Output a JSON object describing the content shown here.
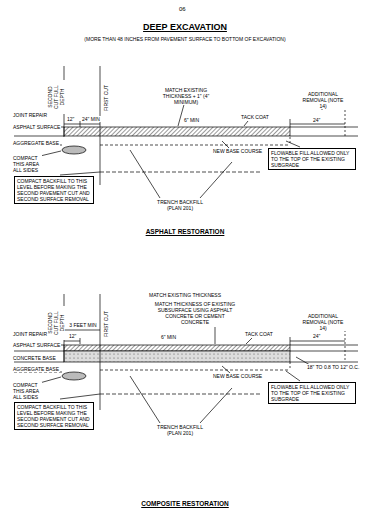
{
  "diagram": {
    "title": "DEEP EXCAVATION",
    "nodes": [
      {
        "text": [
          "COMPACT BACKFILL TO THIS LEVEL BEFORE MAKING THE SECOND PAVEMENT CUT AND SECOND SURFACE REMOVAL"
        ]
      },
      {
        "text": [
          "FLOWABLE FILL ALLOWED ONLY TO THE TOP OF THE EXISTING SUBGRADE"
        ]
      },
      {
        "text": [
          "COMPACT BACKFILL TO THIS LEVEL BEFORE MAKING THE SECOND PAVEMENT CUT AND SECOND SURFACE REMOVAL"
        ]
      },
      {
        "text": [
          "FLOWABLE FILL ALLOWED ONLY TO THE TOP OF THE EXISTING SUBGRADE"
        ]
      }
    ],
    "labels": [
      "06",
      "(MORE THAN 48 INCHES FROM PAVEMENT SURFACE TO BOTTOM OF EXCAVATION)",
      "SECOND CUT FULL DEPTH",
      "FIRST CUT",
      "12\"",
      "24\" MIN",
      "MATCH EXISTING THICKNESS + 1\" (4\" MINIMUM)",
      "ADDITIONAL REMOVAL (NOTE 14)",
      "24\"",
      "JOINT REPAIR",
      "ASPHALT SURFACE",
      "AGGREGATE BASE",
      "6\" MIN",
      "TACK COAT",
      "COMPACT THIS AREA ALL SIDES",
      "NEW BASE COURSE",
      "TRENCH BACKFILL (PLAN 201)",
      "ASPHALT RESTORATION",
      "SECOND CUT FULL DEPTH",
      "FIRST CUT",
      "3 FEET MIN",
      "12\"",
      "MATCH EXISTING THICKNESS",
      "MATCH THICKNESS OF EXISTING SUBSURFACE USING ASPHALT CONCRETE OR CEMENT CONCRETE",
      "6\" MIN",
      "TACK COAT",
      "ADDITIONAL REMOVAL (NOTE 14)",
      "24\"",
      "18\" TO 0.8 TO 12\" O.C.",
      "JOINT REPAIR",
      "ASPHALT SURFACE",
      "CONCRETE BASE",
      "AGGREGATE BASE",
      "COMPACT THIS AREA ALL SIDES",
      "NEW BASE COURSE",
      "TRENCH BACKFILL (PLAN 201)",
      "COMPOSITE RESTORATION"
    ]
  }
}
